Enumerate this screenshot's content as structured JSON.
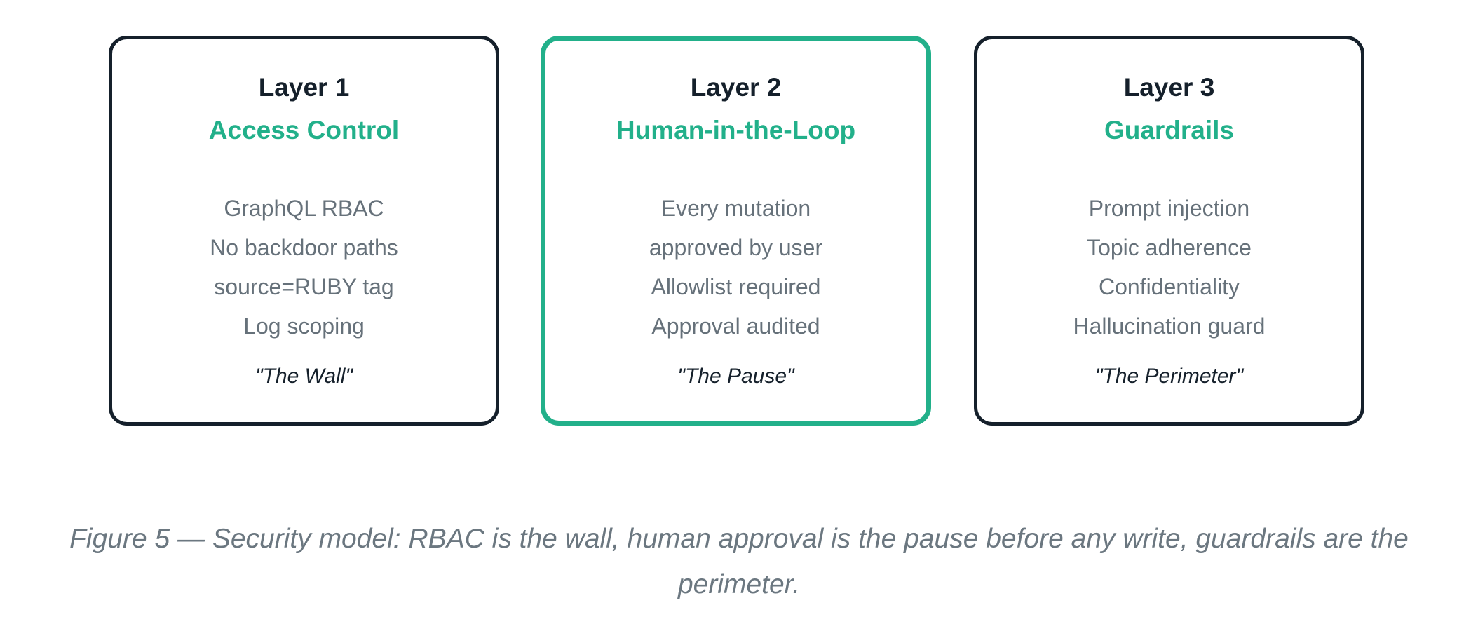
{
  "cards": [
    {
      "title": "Layer 1",
      "subtitle": "Access Control",
      "items": [
        "GraphQL RBAC",
        "No backdoor paths",
        "source=RUBY tag",
        "Log scoping"
      ],
      "motto": "\"The Wall\"",
      "highlighted": false
    },
    {
      "title": "Layer 2",
      "subtitle": "Human-in-the-Loop",
      "items": [
        "Every mutation",
        "approved by user",
        "Allowlist required",
        "Approval audited"
      ],
      "motto": "\"The Pause\"",
      "highlighted": true
    },
    {
      "title": "Layer 3",
      "subtitle": "Guardrails",
      "items": [
        "Prompt injection",
        "Topic adherence",
        "Confidentiality",
        "Hallucination guard"
      ],
      "motto": "\"The Perimeter\"",
      "highlighted": false
    }
  ],
  "caption": "Figure 5 — Security model: RBAC is the wall, human approval is the pause before any write, guardrails are the perimeter.",
  "colors": {
    "accent": "#22b08a",
    "border": "#15202b",
    "item_text": "#66717a",
    "caption_text": "#6b7780"
  }
}
